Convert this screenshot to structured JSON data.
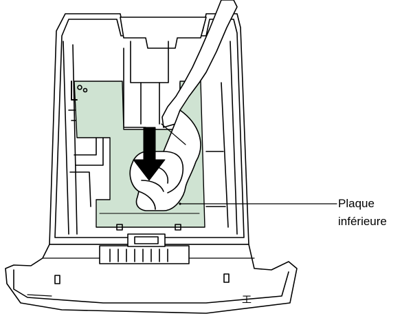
{
  "colors": {
    "plate_fill": "#cfe3d2",
    "line": "#000000",
    "arrow": "#000000",
    "background": "#ffffff"
  },
  "illustration": {
    "subject": "paper-cassette",
    "icons": [
      "hand-icon",
      "down-arrow-icon"
    ]
  },
  "callout": {
    "line1": "Plaque",
    "line2": "inférieure"
  }
}
